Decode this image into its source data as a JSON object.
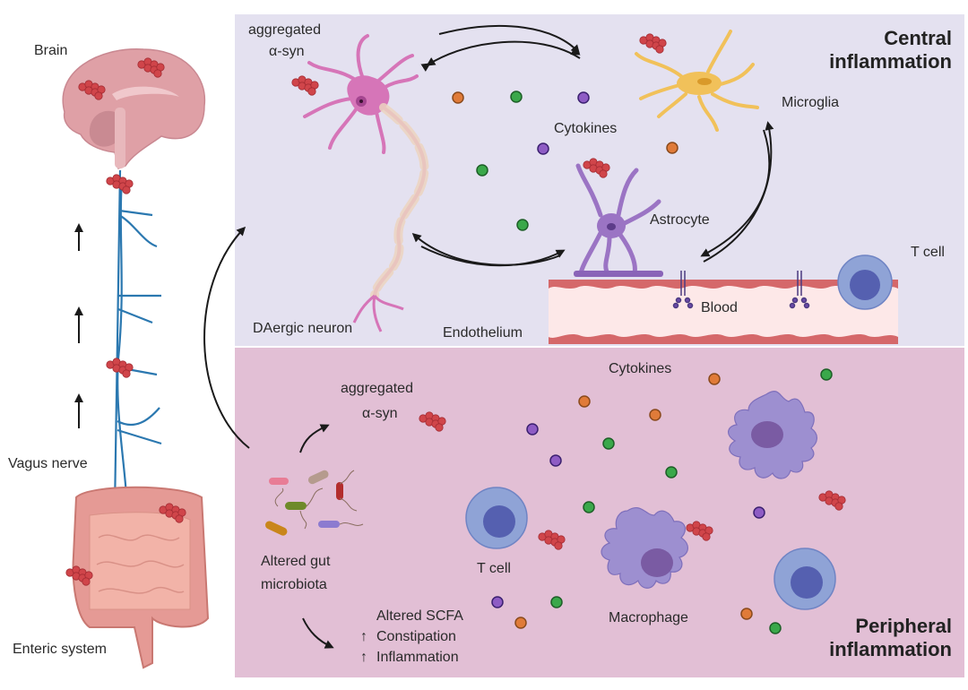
{
  "left_panel": {
    "brain_label": "Brain",
    "vagus_label": "Vagus nerve",
    "enteric_label": "Enteric system"
  },
  "central": {
    "title_line1": "Central",
    "title_line2": "inflammation",
    "asyn_line1": "aggregated",
    "asyn_line2": "α-syn",
    "cytokines_label": "Cytokines",
    "microglia_label": "Microglia",
    "astrocyte_label": "Astrocyte",
    "tcell_label": "T cell",
    "blood_label": "Blood",
    "neuron_label": "DAergic neuron",
    "endothelium_label": "Endothelium"
  },
  "peripheral": {
    "title_line1": "Peripheral",
    "title_line2": "inflammation",
    "asyn_line1": "aggregated",
    "asyn_line2": "α-syn",
    "cytokines_label": "Cytokines",
    "microbiota_line1": "Altered gut",
    "microbiota_line2": "microbiota",
    "effects": [
      {
        "prefix": "",
        "text": "Altered SCFA"
      },
      {
        "prefix": "↑",
        "text": "Constipation"
      },
      {
        "prefix": "↑",
        "text": "Inflammation"
      }
    ],
    "tcell_label": "T cell",
    "macrophage_label": "Macrophage"
  },
  "colors": {
    "central_bg": "#e4e1f0",
    "peripheral_bg": "#e2bfd5",
    "asyn": "#d0454a",
    "cytokine_orange": "#e07b39",
    "cytokine_green": "#3aa84a",
    "cytokine_purple": "#8e5cc4",
    "nerve": "#2b78b0",
    "tcell_outer": "#8fa3d6",
    "tcell_inner": "#5560b0",
    "macrophage": "#9d8fd0",
    "neuron": "#d675b8",
    "microglia": "#f1c15a",
    "astrocyte": "#9b74c4"
  }
}
